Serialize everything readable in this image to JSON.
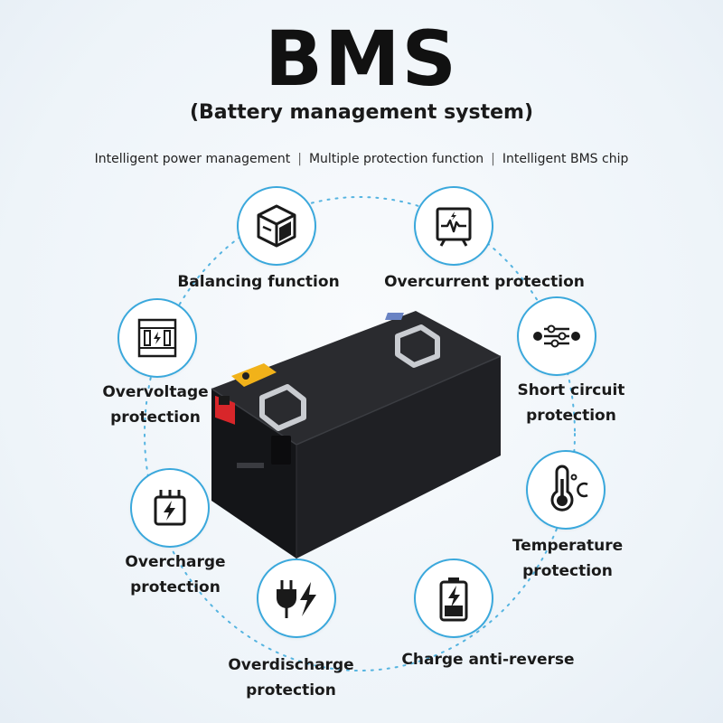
{
  "title": "BMS",
  "subtitle": "(Battery management system)",
  "features": [
    "Intelligent power management",
    "Multiple protection function",
    "Intelligent BMS chip"
  ],
  "features_separator": "|",
  "functions": [
    {
      "label": "Balancing function",
      "icon": "cube-balance-icon"
    },
    {
      "label": "Overcurrent protection",
      "icon": "monitor-pulse-icon"
    },
    {
      "label_line1": "Overvoltage",
      "label_line2": "protection",
      "icon": "fuse-box-icon"
    },
    {
      "label_line1": "Short circuit",
      "label_line2": "protection",
      "icon": "circuit-switch-icon"
    },
    {
      "label_line1": "Overcharge",
      "label_line2": "protection",
      "icon": "charger-bolt-icon"
    },
    {
      "label_line1": "Temperature",
      "label_line2": "protection",
      "icon": "thermometer-icon"
    },
    {
      "label_line1": "Overdischarge",
      "label_line2": "protection",
      "icon": "plug-bolt-icon"
    },
    {
      "label": "Charge anti-reverse",
      "icon": "battery-bolt-icon"
    }
  ],
  "temperature_unit": "°C",
  "colors": {
    "accent": "#3aa8dc",
    "icon": "#1a1a1a",
    "background": "#f1f6fa",
    "battery": "#1c1d20",
    "terminal_red": "#d8262a",
    "warning_label": "#f1b21a"
  }
}
